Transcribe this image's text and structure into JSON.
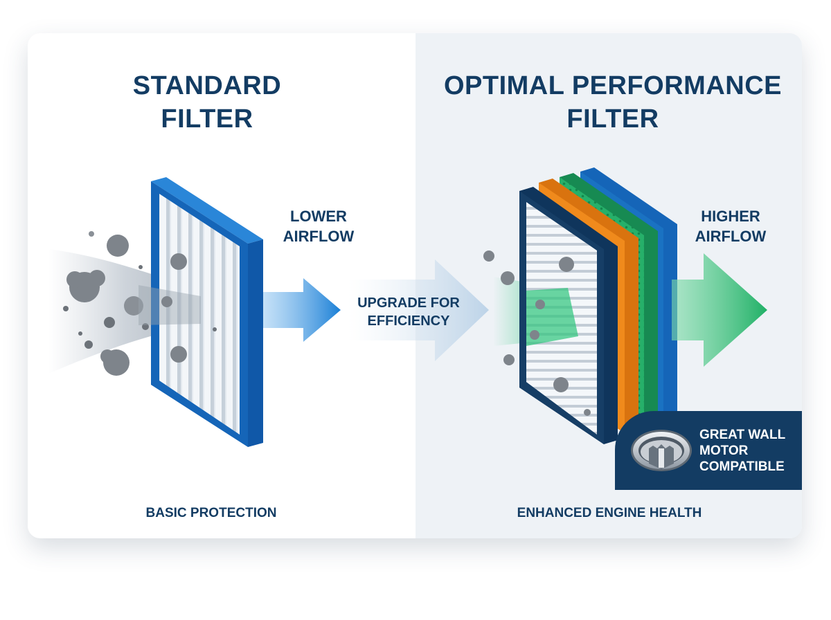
{
  "left": {
    "title": [
      "STANDARD",
      "FILTER"
    ],
    "airflow_label": [
      "LOWER",
      "AIRFLOW"
    ],
    "footer": "BASIC PROTECTION"
  },
  "middle": {
    "upgrade_label": [
      "UPGRADE FOR",
      "EFFICIENCY"
    ]
  },
  "right": {
    "title": [
      "OPTIMAL PERFORMANCE",
      "FILTER"
    ],
    "airflow_label": [
      "HIGHER",
      "AIRFLOW"
    ],
    "footer": "ENHANCED ENGINE HEALTH",
    "badge": [
      "GREAT WALL",
      "MOTOR",
      "COMPATIBLE"
    ]
  },
  "icons": [
    "dust-cloud-icon",
    "standard-filter-icon",
    "blue-arrow-icon",
    "upgrade-arrow-icon",
    "performance-filter-icon",
    "green-arrow-icon",
    "great-wall-logo"
  ],
  "colors": {
    "navy": "#133c63",
    "blue": "#1a72c2",
    "orange": "#f08a1c",
    "green": "#26b36b",
    "panel": "#eef2f6"
  }
}
